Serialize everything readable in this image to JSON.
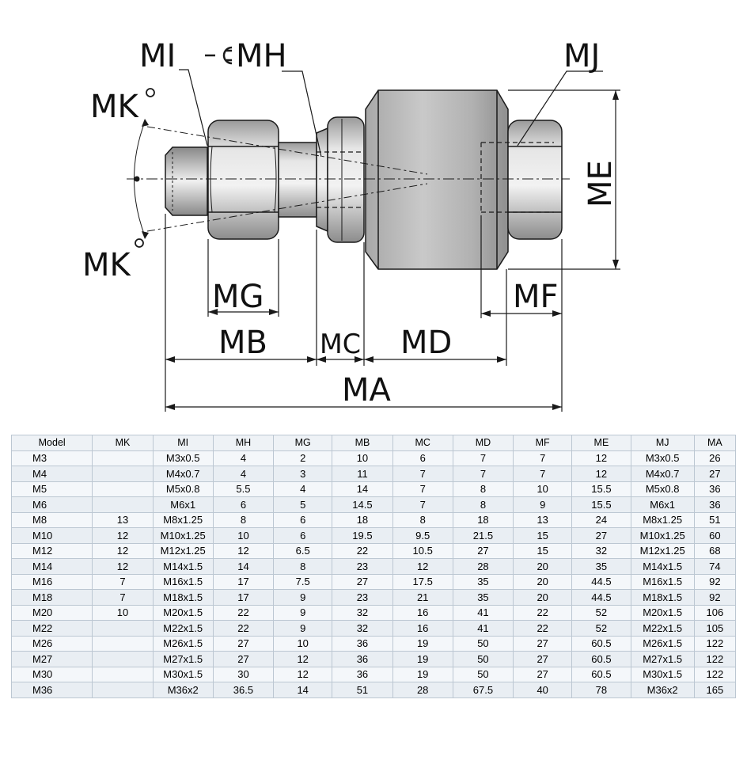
{
  "diagram": {
    "labels": {
      "MI": "MI",
      "MH": "MH",
      "MJ": "MJ",
      "MK_top": "MK",
      "MK_bottom": "MK",
      "ME": "ME",
      "MG": "MG",
      "MF": "MF",
      "MB": "MB",
      "MC": "MC",
      "MD": "MD",
      "MA": "MA"
    },
    "icons": {
      "wrench": "wrench-icon",
      "degree": "degree-symbol"
    }
  },
  "table": {
    "headers": [
      "Model",
      "MK",
      "MI",
      "MH",
      "MG",
      "MB",
      "MC",
      "MD",
      "MF",
      "ME",
      "MJ",
      "MA"
    ],
    "rows": [
      [
        "M3",
        "",
        "M3x0.5",
        "4",
        "2",
        "10",
        "6",
        "7",
        "7",
        "12",
        "M3x0.5",
        "26"
      ],
      [
        "M4",
        "",
        "M4x0.7",
        "4",
        "3",
        "11",
        "7",
        "7",
        "7",
        "12",
        "M4x0.7",
        "27"
      ],
      [
        "M5",
        "",
        "M5x0.8",
        "5.5",
        "4",
        "14",
        "7",
        "8",
        "10",
        "15.5",
        "M5x0.8",
        "36"
      ],
      [
        "M6",
        "",
        "M6x1",
        "6",
        "5",
        "14.5",
        "7",
        "8",
        "9",
        "15.5",
        "M6x1",
        "36"
      ],
      [
        "M8",
        "13",
        "M8x1.25",
        "8",
        "6",
        "18",
        "8",
        "18",
        "13",
        "24",
        "M8x1.25",
        "51"
      ],
      [
        "M10",
        "12",
        "M10x1.25",
        "10",
        "6",
        "19.5",
        "9.5",
        "21.5",
        "15",
        "27",
        "M10x1.25",
        "60"
      ],
      [
        "M12",
        "12",
        "M12x1.25",
        "12",
        "6.5",
        "22",
        "10.5",
        "27",
        "15",
        "32",
        "M12x1.25",
        "68"
      ],
      [
        "M14",
        "12",
        "M14x1.5",
        "14",
        "8",
        "23",
        "12",
        "28",
        "20",
        "35",
        "M14x1.5",
        "74"
      ],
      [
        "M16",
        "7",
        "M16x1.5",
        "17",
        "7.5",
        "27",
        "17.5",
        "35",
        "20",
        "44.5",
        "M16x1.5",
        "92"
      ],
      [
        "M18",
        "7",
        "M18x1.5",
        "17",
        "9",
        "23",
        "21",
        "35",
        "20",
        "44.5",
        "M18x1.5",
        "92"
      ],
      [
        "M20",
        "10",
        "M20x1.5",
        "22",
        "9",
        "32",
        "16",
        "41",
        "22",
        "52",
        "M20x1.5",
        "106"
      ],
      [
        "M22",
        "",
        "M22x1.5",
        "22",
        "9",
        "32",
        "16",
        "41",
        "22",
        "52",
        "M22x1.5",
        "105"
      ],
      [
        "M26",
        "",
        "M26x1.5",
        "27",
        "10",
        "36",
        "19",
        "50",
        "27",
        "60.5",
        "M26x1.5",
        "122"
      ],
      [
        "M27",
        "",
        "M27x1.5",
        "27",
        "12",
        "36",
        "19",
        "50",
        "27",
        "60.5",
        "M27x1.5",
        "122"
      ],
      [
        "M30",
        "",
        "M30x1.5",
        "30",
        "12",
        "36",
        "19",
        "50",
        "27",
        "60.5",
        "M30x1.5",
        "122"
      ],
      [
        "M36",
        "",
        "M36x2",
        "36.5",
        "14",
        "51",
        "28",
        "67.5",
        "40",
        "78",
        "M36x2",
        "165"
      ]
    ]
  },
  "colors": {
    "metal_light": "#ececec",
    "metal_mid": "#b8b8b8",
    "metal_dark": "#7a7a7a",
    "line": "#1a1a1a",
    "table_border": "#bcc7d2",
    "row_a": "#f4f7fa",
    "row_b": "#e9eef3"
  }
}
